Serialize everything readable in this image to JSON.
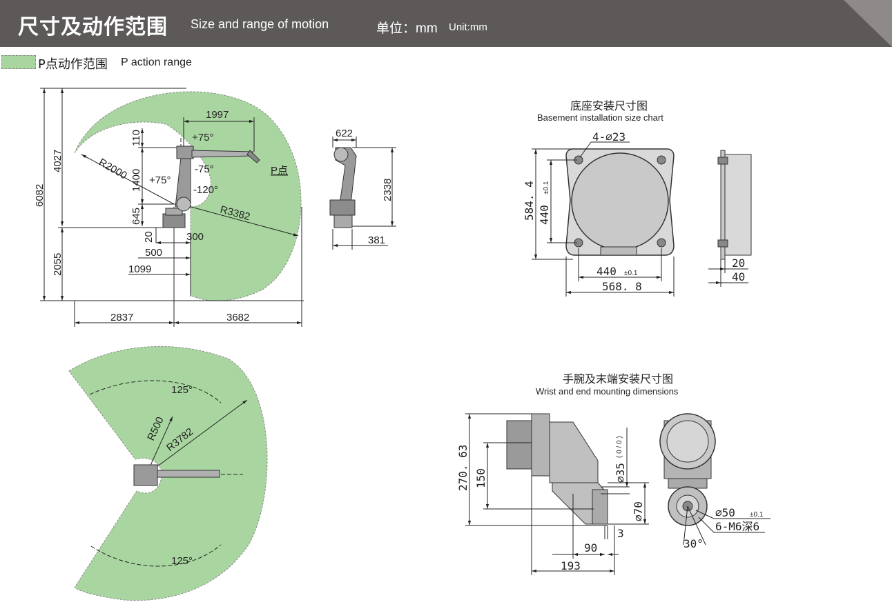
{
  "header": {
    "title_cn": "尺寸及动作范围",
    "title_en": "Size and range of motion",
    "unit_cn": "单位：mm",
    "unit_en": "Unit:mm",
    "bg_color": "#5d5959"
  },
  "legend": {
    "label_cn": "P点动作范围",
    "label_en": "P action range",
    "color": "#a9d6a0"
  },
  "side_view": {
    "dims": {
      "d1997": "1997",
      "d110": "110",
      "d4027": "4027",
      "d6082": "6082",
      "d1400": "1400",
      "d645": "645",
      "d20": "20",
      "d300": "300",
      "d500": "500",
      "d1099": "1099",
      "d2055": "2055",
      "d2837": "2837",
      "d3682": "3682",
      "r2000": "R2000",
      "r3382": "R3382"
    },
    "angles": {
      "a_plus75_top": "+75°",
      "a_minus75": "-75°",
      "a_plus75_left": "+75°",
      "a_minus120": "-120°"
    },
    "p_point": "P点"
  },
  "front_view": {
    "dims": {
      "d622": "622",
      "d2338": "2338",
      "d381": "381"
    }
  },
  "top_view": {
    "angles": {
      "top": "125°",
      "bottom": "125°"
    },
    "radii": {
      "r500": "R500",
      "r3782": "R3782"
    }
  },
  "base_chart": {
    "title_cn": "底座安装尺寸图",
    "title_en": "Basement installation size chart",
    "dims": {
      "holes": "4-∅23",
      "h584": "584. 4",
      "h440": "440",
      "tol_v": "±0.1",
      "w440": "440",
      "tol_h": "±0.1",
      "w568": "568. 8",
      "t20": "20",
      "t40": "40"
    }
  },
  "wrist_chart": {
    "title_cn": "手腕及末端安装尺寸图",
    "title_en": "Wrist and end mounting dimensions",
    "dims": {
      "h270": "270. 63",
      "h150": "150",
      "d35": "∅35",
      "d35_tol": "( 0 / 0 )",
      "d70": "∅70",
      "d3": "3",
      "d90": "90",
      "d193": "193",
      "d50": "∅50",
      "d50_tol": "±0.1",
      "m6": "6-M6深6",
      "a30": "30°"
    }
  }
}
